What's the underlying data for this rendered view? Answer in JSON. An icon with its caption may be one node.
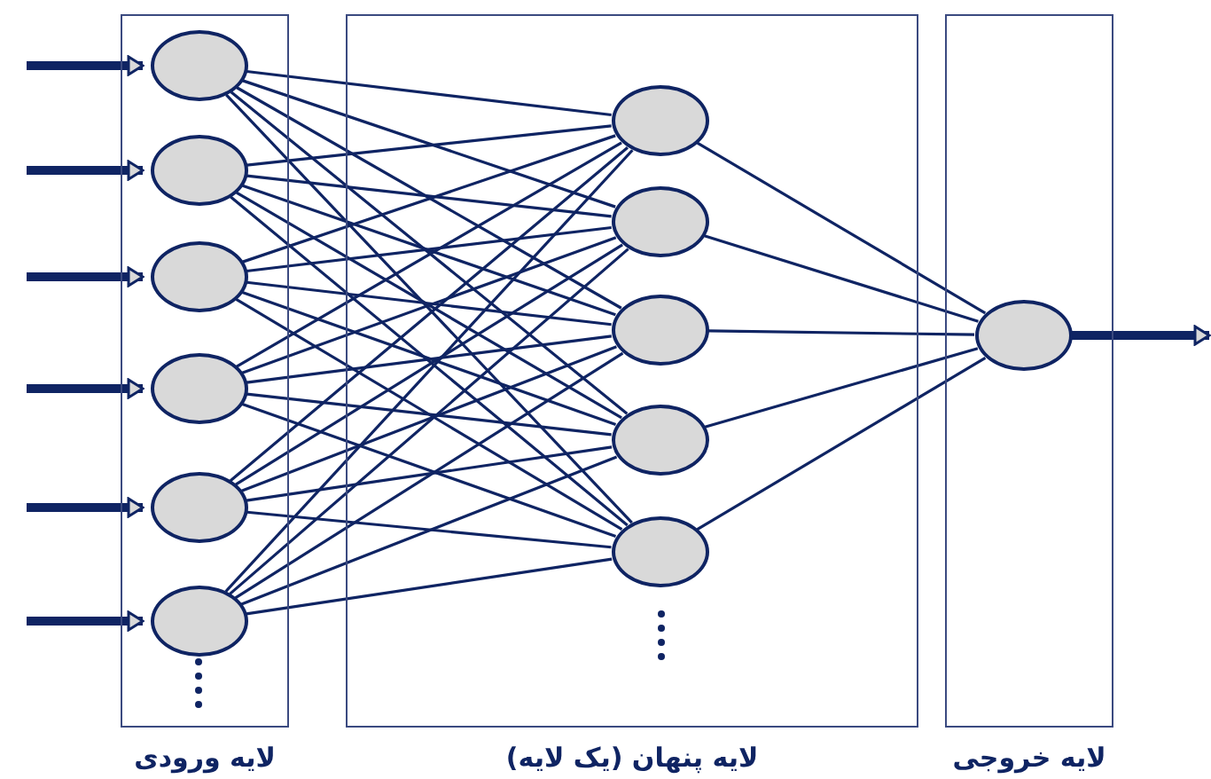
{
  "diagram": {
    "nodes": [
      {
        "text": [
          "لایه ورودی"
        ]
      },
      {
        "text": [],
        "shape": "circle",
        "in": 0
      },
      {
        "text": [],
        "shape": "circle",
        "in": 0
      },
      {
        "text": [],
        "shape": "circle",
        "in": 0
      },
      {
        "text": [],
        "shape": "circle",
        "in": 0
      },
      {
        "text": [],
        "shape": "circle",
        "in": 0
      },
      {
        "text": [],
        "shape": "circle",
        "in": 0
      },
      {
        "text": [
          "لایه پنهان (یک لایه)"
        ]
      },
      {
        "text": [],
        "shape": "circle",
        "in": 7
      },
      {
        "text": [],
        "shape": "circle",
        "in": 7
      },
      {
        "text": [],
        "shape": "circle",
        "in": 7
      },
      {
        "text": [],
        "shape": "circle",
        "in": 7
      },
      {
        "text": [],
        "shape": "circle",
        "in": 7
      },
      {
        "text": [
          "لایه خروجی"
        ]
      },
      {
        "text": [],
        "shape": "circle",
        "in": 13
      }
    ],
    "edges": [
      {
        "from": null,
        "to": 1,
        "arrow": "to",
        "style": "thick"
      },
      {
        "from": null,
        "to": 2,
        "arrow": "to",
        "style": "thick"
      },
      {
        "from": null,
        "to": 3,
        "arrow": "to",
        "style": "thick"
      },
      {
        "from": null,
        "to": 4,
        "arrow": "to",
        "style": "thick"
      },
      {
        "from": null,
        "to": 5,
        "arrow": "to",
        "style": "thick"
      },
      {
        "from": null,
        "to": 6,
        "arrow": "to",
        "style": "thick"
      },
      {
        "from": 1,
        "to": 8,
        "arrow": "none"
      },
      {
        "from": 1,
        "to": 9,
        "arrow": "none"
      },
      {
        "from": 1,
        "to": 10,
        "arrow": "none"
      },
      {
        "from": 1,
        "to": 11,
        "arrow": "none"
      },
      {
        "from": 1,
        "to": 12,
        "arrow": "none"
      },
      {
        "from": 2,
        "to": 8,
        "arrow": "none"
      },
      {
        "from": 2,
        "to": 9,
        "arrow": "none"
      },
      {
        "from": 2,
        "to": 10,
        "arrow": "none"
      },
      {
        "from": 2,
        "to": 11,
        "arrow": "none"
      },
      {
        "from": 2,
        "to": 12,
        "arrow": "none"
      },
      {
        "from": 3,
        "to": 8,
        "arrow": "none"
      },
      {
        "from": 3,
        "to": 9,
        "arrow": "none"
      },
      {
        "from": 3,
        "to": 10,
        "arrow": "none"
      },
      {
        "from": 3,
        "to": 11,
        "arrow": "none"
      },
      {
        "from": 3,
        "to": 12,
        "arrow": "none"
      },
      {
        "from": 4,
        "to": 8,
        "arrow": "none"
      },
      {
        "from": 4,
        "to": 9,
        "arrow": "none"
      },
      {
        "from": 4,
        "to": 10,
        "arrow": "none"
      },
      {
        "from": 4,
        "to": 11,
        "arrow": "none"
      },
      {
        "from": 4,
        "to": 12,
        "arrow": "none"
      },
      {
        "from": 5,
        "to": 8,
        "arrow": "none"
      },
      {
        "from": 5,
        "to": 9,
        "arrow": "none"
      },
      {
        "from": 5,
        "to": 10,
        "arrow": "none"
      },
      {
        "from": 5,
        "to": 11,
        "arrow": "none"
      },
      {
        "from": 5,
        "to": 12,
        "arrow": "none"
      },
      {
        "from": 6,
        "to": 8,
        "arrow": "none"
      },
      {
        "from": 6,
        "to": 9,
        "arrow": "none"
      },
      {
        "from": 6,
        "to": 10,
        "arrow": "none"
      },
      {
        "from": 6,
        "to": 11,
        "arrow": "none"
      },
      {
        "from": 6,
        "to": 12,
        "arrow": "none"
      },
      {
        "from": 8,
        "to": 14,
        "arrow": "none"
      },
      {
        "from": 9,
        "to": 14,
        "arrow": "none"
      },
      {
        "from": 10,
        "to": 14,
        "arrow": "none"
      },
      {
        "from": 11,
        "to": 14,
        "arrow": "none"
      },
      {
        "from": 12,
        "to": 14,
        "arrow": "none"
      },
      {
        "from": 14,
        "to": null,
        "arrow": "to",
        "style": "thick"
      }
    ]
  }
}
